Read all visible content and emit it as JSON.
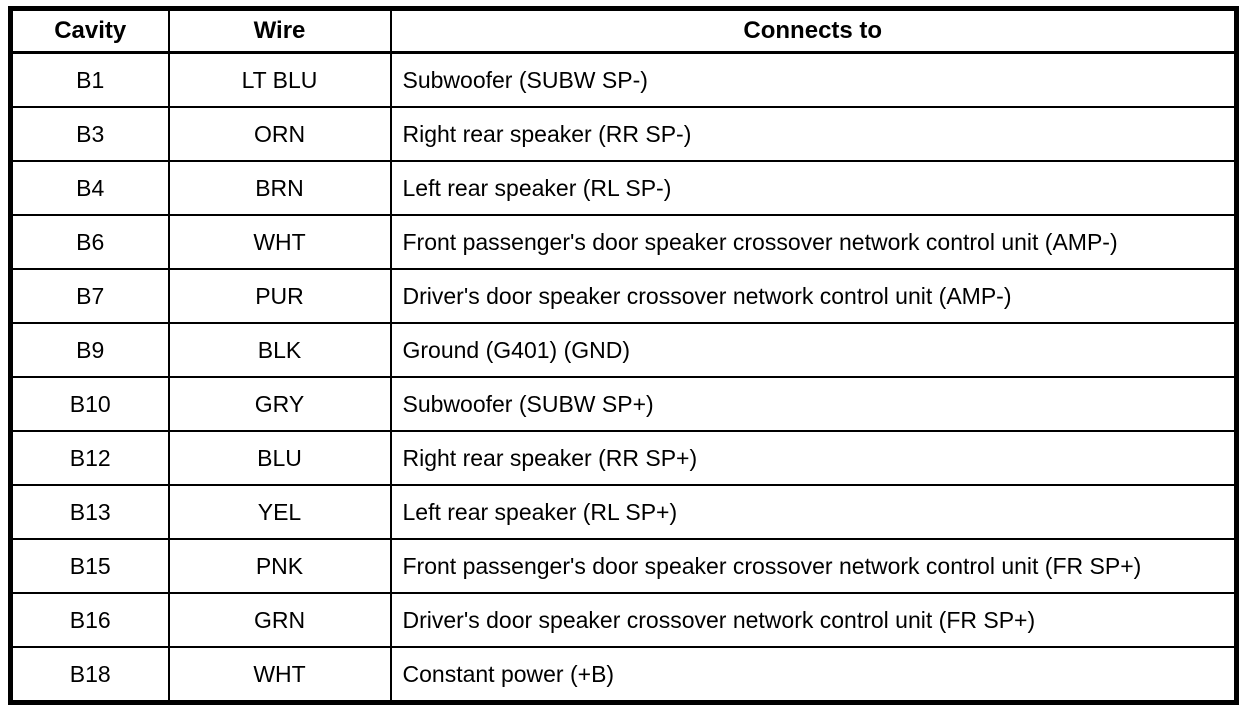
{
  "colors": {
    "background": "#ffffff",
    "border": "#000000",
    "text": "#000000"
  },
  "table": {
    "headers": {
      "cavity": "Cavity",
      "wire": "Wire",
      "connects_to": "Connects to"
    },
    "rows": [
      {
        "cavity": "B1",
        "wire": "LT BLU",
        "connects_to": "Subwoofer (SUBW SP-)"
      },
      {
        "cavity": "B3",
        "wire": "ORN",
        "connects_to": "Right rear speaker (RR SP-)"
      },
      {
        "cavity": "B4",
        "wire": "BRN",
        "connects_to": "Left rear speaker (RL SP-)"
      },
      {
        "cavity": "B6",
        "wire": "WHT",
        "connects_to": "Front passenger's door speaker crossover network control unit (AMP-)"
      },
      {
        "cavity": "B7",
        "wire": "PUR",
        "connects_to": "Driver's door speaker crossover network control unit (AMP-)"
      },
      {
        "cavity": "B9",
        "wire": "BLK",
        "connects_to": "Ground (G401) (GND)"
      },
      {
        "cavity": "B10",
        "wire": "GRY",
        "connects_to": "Subwoofer (SUBW SP+)"
      },
      {
        "cavity": "B12",
        "wire": "BLU",
        "connects_to": "Right rear speaker (RR SP+)"
      },
      {
        "cavity": "B13",
        "wire": "YEL",
        "connects_to": "Left rear speaker (RL SP+)"
      },
      {
        "cavity": "B15",
        "wire": "PNK",
        "connects_to": "Front passenger's door speaker crossover network control unit (FR SP+)"
      },
      {
        "cavity": "B16",
        "wire": "GRN",
        "connects_to": "Driver's door speaker crossover network control unit (FR SP+)"
      },
      {
        "cavity": "B18",
        "wire": "WHT",
        "connects_to": "Constant power (+B)"
      }
    ]
  }
}
